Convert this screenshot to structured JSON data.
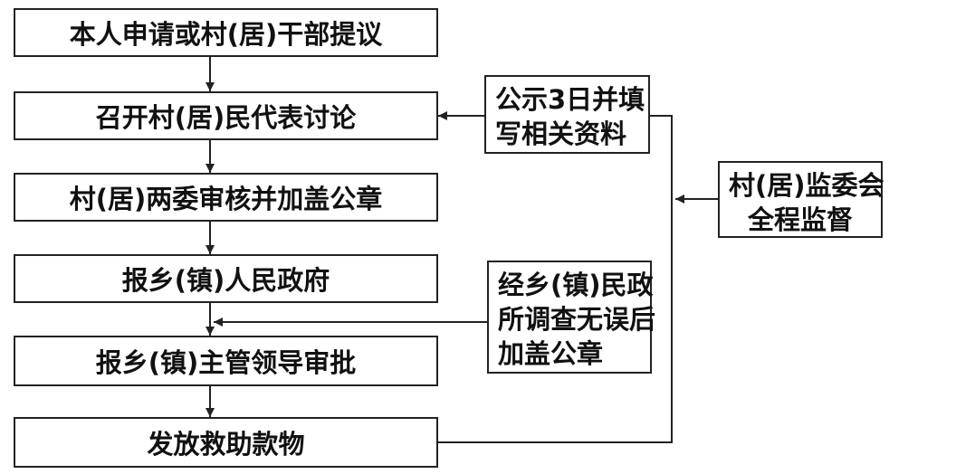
{
  "steps": [
    "本人申请或村(居)干部提议",
    "召开村(居)民代表讨论",
    "村(居)两委审核并加盖公章",
    "报乡(镇)人民政府",
    "报乡(镇)主管领导审批",
    "发放救助款物"
  ],
  "notes": {
    "publicity": [
      "公示3日并填",
      "写相关资料"
    ],
    "civil_affairs": [
      "经乡(镇)民政",
      "所调查无误后",
      "加盖公章"
    ],
    "supervision": [
      "村(居)监委会",
      "全程监督"
    ]
  }
}
